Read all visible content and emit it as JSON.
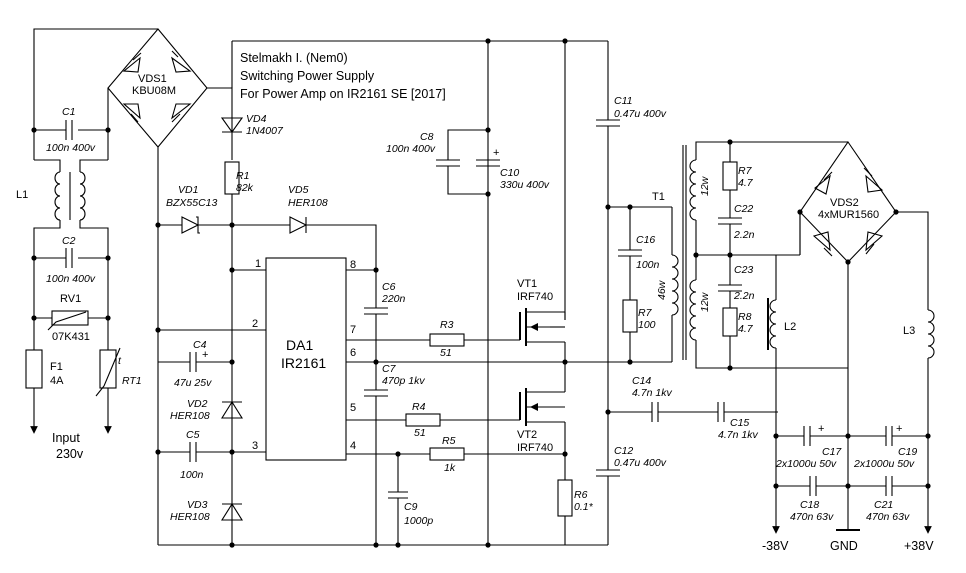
{
  "title": {
    "author": "Stelmakh I. (Nem0)",
    "line1": "Switching Power Supply",
    "line2": "For Power Amp on IR2161 SE [2017]"
  },
  "ic": {
    "ref": "DA1",
    "part": "IR2161",
    "pins": [
      "1",
      "2",
      "3",
      "4",
      "5",
      "6",
      "7",
      "8"
    ]
  },
  "components": {
    "vds1": {
      "ref": "VDS1",
      "part": "KBU08M"
    },
    "vds2": {
      "ref": "VDS2",
      "part": "4xMUR1560"
    },
    "c1": {
      "ref": "C1",
      "value": "100n 400v"
    },
    "c2": {
      "ref": "C2",
      "value": "100n 400v"
    },
    "l1": {
      "ref": "L1"
    },
    "rv1": {
      "ref": "RV1",
      "value": "07K431"
    },
    "f1": {
      "ref": "F1",
      "value": "4A"
    },
    "rt1": {
      "ref": "RT1",
      "mark": "t"
    },
    "vd4": {
      "ref": "VD4",
      "part": "1N4007"
    },
    "r1": {
      "ref": "R1",
      "value": "82k"
    },
    "vd1": {
      "ref": "VD1",
      "part": "BZX55C13"
    },
    "vd5": {
      "ref": "VD5",
      "part": "HER108"
    },
    "c4": {
      "ref": "C4",
      "value": "47u 25v"
    },
    "vd2": {
      "ref": "VD2",
      "part": "HER108"
    },
    "c5": {
      "ref": "C5",
      "value": "100n"
    },
    "vd3": {
      "ref": "VD3",
      "part": "HER108"
    },
    "c6": {
      "ref": "C6",
      "value": "220n"
    },
    "c7": {
      "ref": "C7",
      "value": "470p 1kv"
    },
    "r3": {
      "ref": "R3",
      "value": "51"
    },
    "r4": {
      "ref": "R4",
      "value": "51"
    },
    "r5": {
      "ref": "R5",
      "value": "1k"
    },
    "c9": {
      "ref": "C9",
      "value": "1000p"
    },
    "c8": {
      "ref": "C8",
      "value": "100n 400v"
    },
    "c10": {
      "ref": "C10",
      "value": "330u 400v"
    },
    "vt1": {
      "ref": "VT1",
      "part": "IRF740"
    },
    "vt2": {
      "ref": "VT2",
      "part": "IRF740"
    },
    "r6": {
      "ref": "R6",
      "value": "0.1*"
    },
    "c11": {
      "ref": "C11",
      "value": "0.47u 400v"
    },
    "c12": {
      "ref": "C12",
      "value": "0.47u 400v"
    },
    "t1": {
      "ref": "T1",
      "w_primary": "46w",
      "w_sec": "12w"
    },
    "c16": {
      "ref": "C16",
      "value": "100n"
    },
    "r7a": {
      "ref": "R7",
      "value": "100"
    },
    "r7b": {
      "ref": "R7",
      "value": "4.7"
    },
    "c22": {
      "ref": "C22",
      "value": "2.2n"
    },
    "c23": {
      "ref": "C23",
      "value": "2.2n"
    },
    "r8": {
      "ref": "R8",
      "value": "4.7"
    },
    "c14": {
      "ref": "C14",
      "value": "4.7n 1kv"
    },
    "c15": {
      "ref": "C15",
      "value": "4.7n 1kv"
    },
    "l2": {
      "ref": "L2"
    },
    "l3": {
      "ref": "L3"
    },
    "c17": {
      "ref": "C17",
      "value": "2x1000u 50v"
    },
    "c19": {
      "ref": "C19",
      "value": "2x1000u 50v"
    },
    "c18": {
      "ref": "C18",
      "value": "470n 63v"
    },
    "c21": {
      "ref": "C21",
      "value": "470n 63v"
    }
  },
  "terminals": {
    "input_label": "Input",
    "input_voltage": "230v",
    "neg": "-38V",
    "gnd": "GND",
    "pos": "+38V"
  },
  "symbols": {
    "plus": "+"
  }
}
